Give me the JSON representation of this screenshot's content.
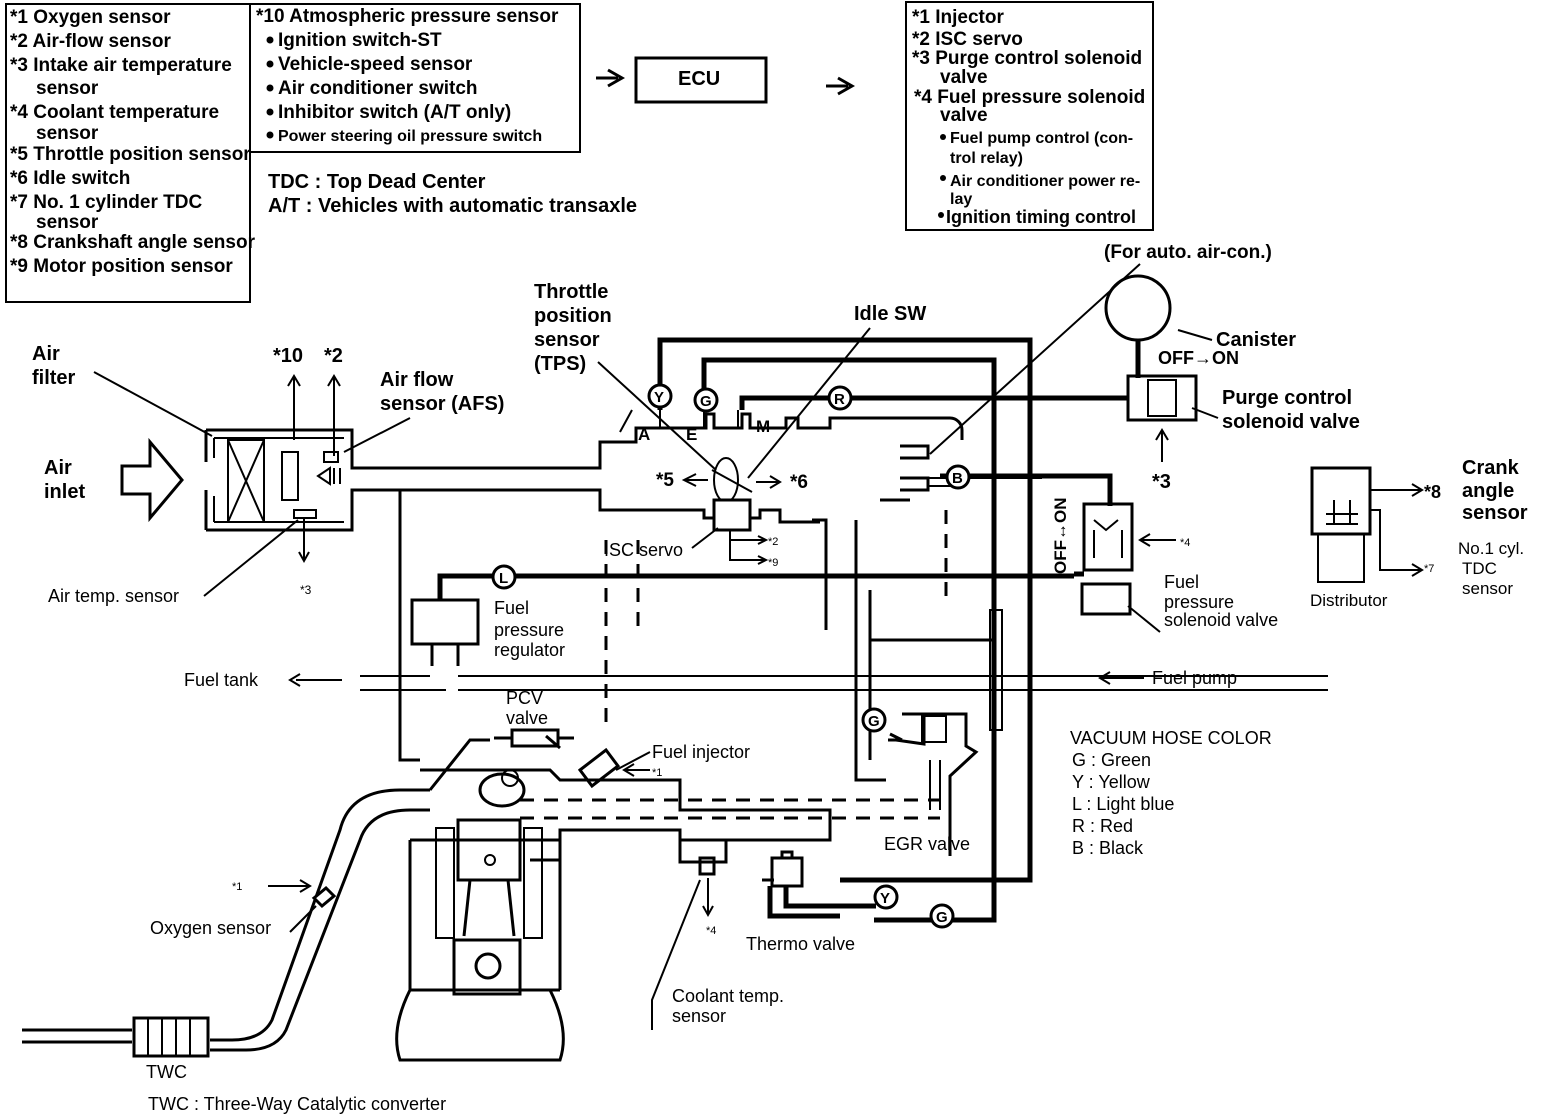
{
  "inputs_box": {
    "items": [
      "*1 Oxygen sensor",
      "*2 Air-flow sensor",
      "*3 Intake air temperature",
      "sensor",
      "*4 Coolant temperature",
      "sensor",
      "*5 Throttle position sensor",
      "*6 Idle switch",
      "*7 No. 1 cylinder TDC",
      "sensor",
      "*8 Crankshaft angle sensor",
      "*9 Motor position sensor"
    ]
  },
  "switches_box": {
    "items": [
      "*10 Atmospheric pressure sensor",
      "Ignition switch-ST",
      "Vehicle-speed sensor",
      "Air conditioner switch",
      "Inhibitor switch (A/T only)",
      "Power steering oil pressure switch"
    ]
  },
  "ecu_label": "ECU",
  "legend_notes": [
    "TDC : Top Dead Center",
    "A/T : Vehicles with automatic transaxle"
  ],
  "outputs_box": {
    "items": [
      "*1 Injector",
      "*2 ISC servo",
      "*3 Purge control solenoid",
      "valve",
      "*4 Fuel pressure solenoid",
      "valve",
      "Fuel pump control (con-",
      "trol relay)",
      "Air conditioner power re-",
      "lay",
      "Ignition timing control"
    ]
  },
  "labels": {
    "for_auto_aircon": "(For auto. air-con.)",
    "canister": "Canister",
    "off_on": "OFF→ON",
    "purge_valve_1": "Purge control",
    "purge_valve_2": "solenoid valve",
    "star3_right": "*3",
    "crank_1": "Crank",
    "crank_2": "angle",
    "crank_3": "sensor",
    "star8": "*8",
    "tdc_1": "No.1 cyl.",
    "tdc_2": "TDC",
    "tdc_3": "sensor",
    "star7": "*7",
    "distributor": "Distributor",
    "throttle_1": "Throttle",
    "throttle_2": "position",
    "throttle_3": "sensor",
    "throttle_4": "(TPS)",
    "idle_sw": "Idle SW",
    "air_filter_1": "Air",
    "air_filter_2": "filter",
    "air_inlet_1": "Air",
    "air_inlet_2": "inlet",
    "star10": "*10",
    "star2_top": "*2",
    "afs_1": "Air flow",
    "afs_2": "sensor (AFS)",
    "port_a": "A",
    "port_e": "E",
    "port_m": "M",
    "star5": "*5",
    "star6": "*6",
    "isc_servo": "ISC servo",
    "star2_isc": "*2",
    "star9": "*9",
    "air_temp": "Air temp. sensor",
    "star3_left": "*3",
    "fuel_reg_1": "Fuel",
    "fuel_reg_2": "pressure",
    "fuel_reg_3": "regulator",
    "fuel_tank": "Fuel tank",
    "fuel_pump": "Fuel pump",
    "pcv_1": "PCV",
    "pcv_2": "valve",
    "fuel_injector": "Fuel  injector",
    "star1_inj": "*1",
    "off_on_vert": "OFF↔ON",
    "star4_fpsv": "*4",
    "fpsv_1": "Fuel",
    "fpsv_2": "pressure",
    "fpsv_3": "solenoid valve",
    "egr_valve": "EGR valve",
    "star1_o2": "*1",
    "oxygen_sensor": "Oxygen sensor",
    "star4_cool": "*4",
    "coolant_1": "Coolant temp.",
    "coolant_2": "sensor",
    "thermo_valve": "Thermo valve",
    "twc": "TWC",
    "twc_note": "TWC  :  Three-Way Catalytic converter"
  },
  "hose_letters": {
    "y_top": "Y",
    "g_top": "G",
    "r_top": "R",
    "b_right": "B",
    "l_mid": "L",
    "g_egr": "G",
    "y_bottom": "Y",
    "g_bottom": "G"
  },
  "vacuum_legend": {
    "title": "VACUUM  HOSE  COLOR",
    "rows": [
      "G  :  Green",
      "Y  :  Yellow",
      "L  :  Light blue",
      "R  :  Red",
      "B  :  Black"
    ]
  }
}
